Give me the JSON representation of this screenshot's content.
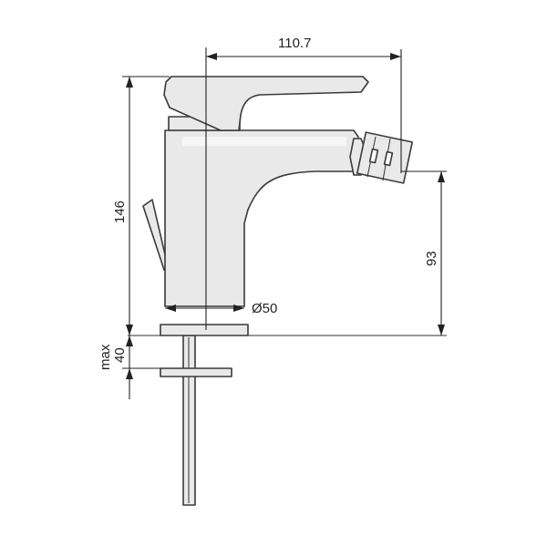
{
  "dimensions": {
    "width_top": "110.7",
    "height_total": "146",
    "spout_height": "93",
    "base_diameter": "Ø50",
    "max_thickness_label": "max",
    "max_thickness_value": "40"
  }
}
